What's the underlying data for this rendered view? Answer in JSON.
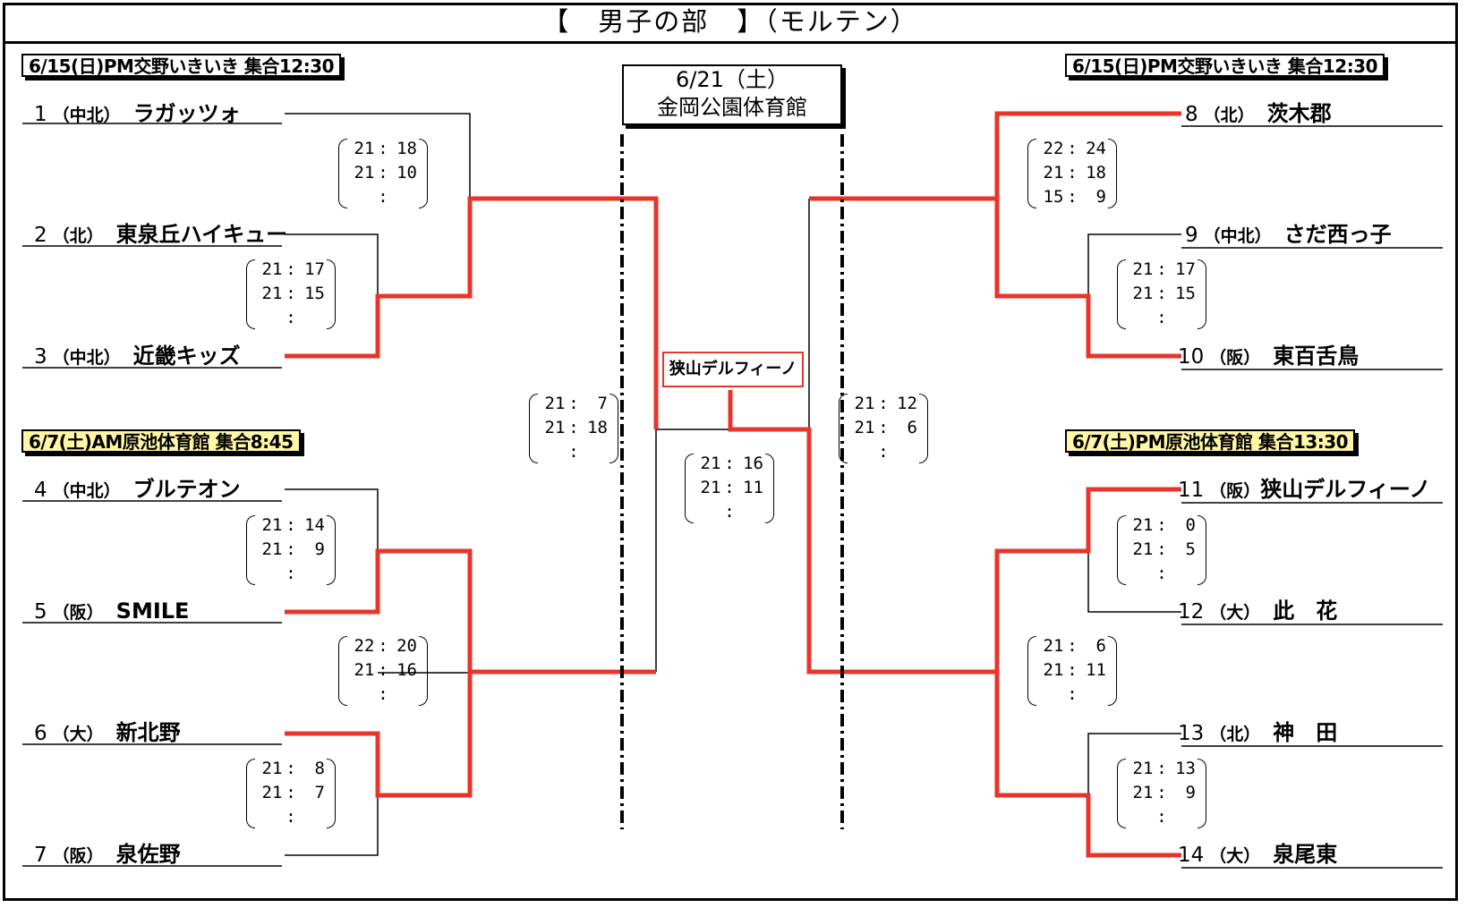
{
  "title": "【　男子の部　】（モルテン）",
  "final": {
    "date": "6/21（土）",
    "venue": "金岡公園体育館",
    "champion": "狭山デルフィーノ"
  },
  "venues": {
    "top_left": "6/15(日)PM交野いきいき 集合12:30",
    "bottom_left": "6/7(土)AM原池体育館 集合8:45",
    "top_right": "6/15(日)PM交野いきいき 集合12:30",
    "bottom_right": "6/7(土)PM原池体育館 集合13:30"
  },
  "teams": [
    {
      "seed": "1",
      "pref": "（中北）",
      "name": "ラガッツォ"
    },
    {
      "seed": "2",
      "pref": "（北）",
      "name": "東泉丘ハイキュー"
    },
    {
      "seed": "3",
      "pref": "（中北）",
      "name": "近畿キッズ"
    },
    {
      "seed": "4",
      "pref": "（中北）",
      "name": "ブルテオン"
    },
    {
      "seed": "5",
      "pref": "（阪）",
      "name": "SMILE"
    },
    {
      "seed": "6",
      "pref": "（大）",
      "name": "新北野"
    },
    {
      "seed": "7",
      "pref": "（阪）",
      "name": "泉佐野"
    },
    {
      "seed": "8",
      "pref": "（北）",
      "name": "茨木郡"
    },
    {
      "seed": "9",
      "pref": "（中北）",
      "name": "さだ西っ子"
    },
    {
      "seed": "10",
      "pref": "（阪）",
      "name": "東百舌鳥"
    },
    {
      "seed": "11",
      "pref": "（阪）",
      "name": "狭山デルフィーノ"
    },
    {
      "seed": "12",
      "pref": "（大）",
      "name": "此　花"
    },
    {
      "seed": "13",
      "pref": "（北）",
      "name": "神　田"
    },
    {
      "seed": "14",
      "pref": "（大）",
      "name": "泉尾東"
    }
  ],
  "scores": [
    {
      "sets": [
        [
          "21",
          "18"
        ],
        [
          "21",
          "10"
        ],
        [
          "",
          ""
        ]
      ]
    },
    {
      "sets": [
        [
          "21",
          "17"
        ],
        [
          "21",
          "15"
        ],
        [
          "",
          ""
        ]
      ]
    },
    {
      "sets": [
        [
          "21",
          "14"
        ],
        [
          "21",
          "9"
        ],
        [
          "",
          ""
        ]
      ]
    },
    {
      "sets": [
        [
          "22",
          "20"
        ],
        [
          "21",
          "16"
        ],
        [
          "",
          ""
        ]
      ]
    },
    {
      "sets": [
        [
          "21",
          "8"
        ],
        [
          "21",
          "7"
        ],
        [
          "",
          ""
        ]
      ]
    },
    {
      "sets": [
        [
          "21",
          "7"
        ],
        [
          "21",
          "18"
        ],
        [
          "",
          ""
        ]
      ]
    },
    {
      "sets": [
        [
          "21",
          "16"
        ],
        [
          "21",
          "11"
        ],
        [
          "",
          ""
        ]
      ]
    },
    {
      "sets": [
        [
          "21",
          "12"
        ],
        [
          "21",
          "6"
        ],
        [
          "",
          ""
        ]
      ]
    },
    {
      "sets": [
        [
          "22",
          "24"
        ],
        [
          "21",
          "18"
        ],
        [
          "15",
          "9"
        ]
      ]
    },
    {
      "sets": [
        [
          "21",
          "17"
        ],
        [
          "21",
          "15"
        ],
        [
          "",
          ""
        ]
      ]
    },
    {
      "sets": [
        [
          "21",
          "0"
        ],
        [
          "21",
          "5"
        ],
        [
          "",
          ""
        ]
      ]
    },
    {
      "sets": [
        [
          "21",
          "6"
        ],
        [
          "21",
          "11"
        ],
        [
          "",
          ""
        ]
      ]
    },
    {
      "sets": [
        [
          "21",
          "13"
        ],
        [
          "21",
          "9"
        ],
        [
          "",
          ""
        ]
      ]
    }
  ],
  "colors": {
    "winner_line": "#e8352b",
    "loser_line": "#000000",
    "venue_highlight": "#fff7a6"
  }
}
